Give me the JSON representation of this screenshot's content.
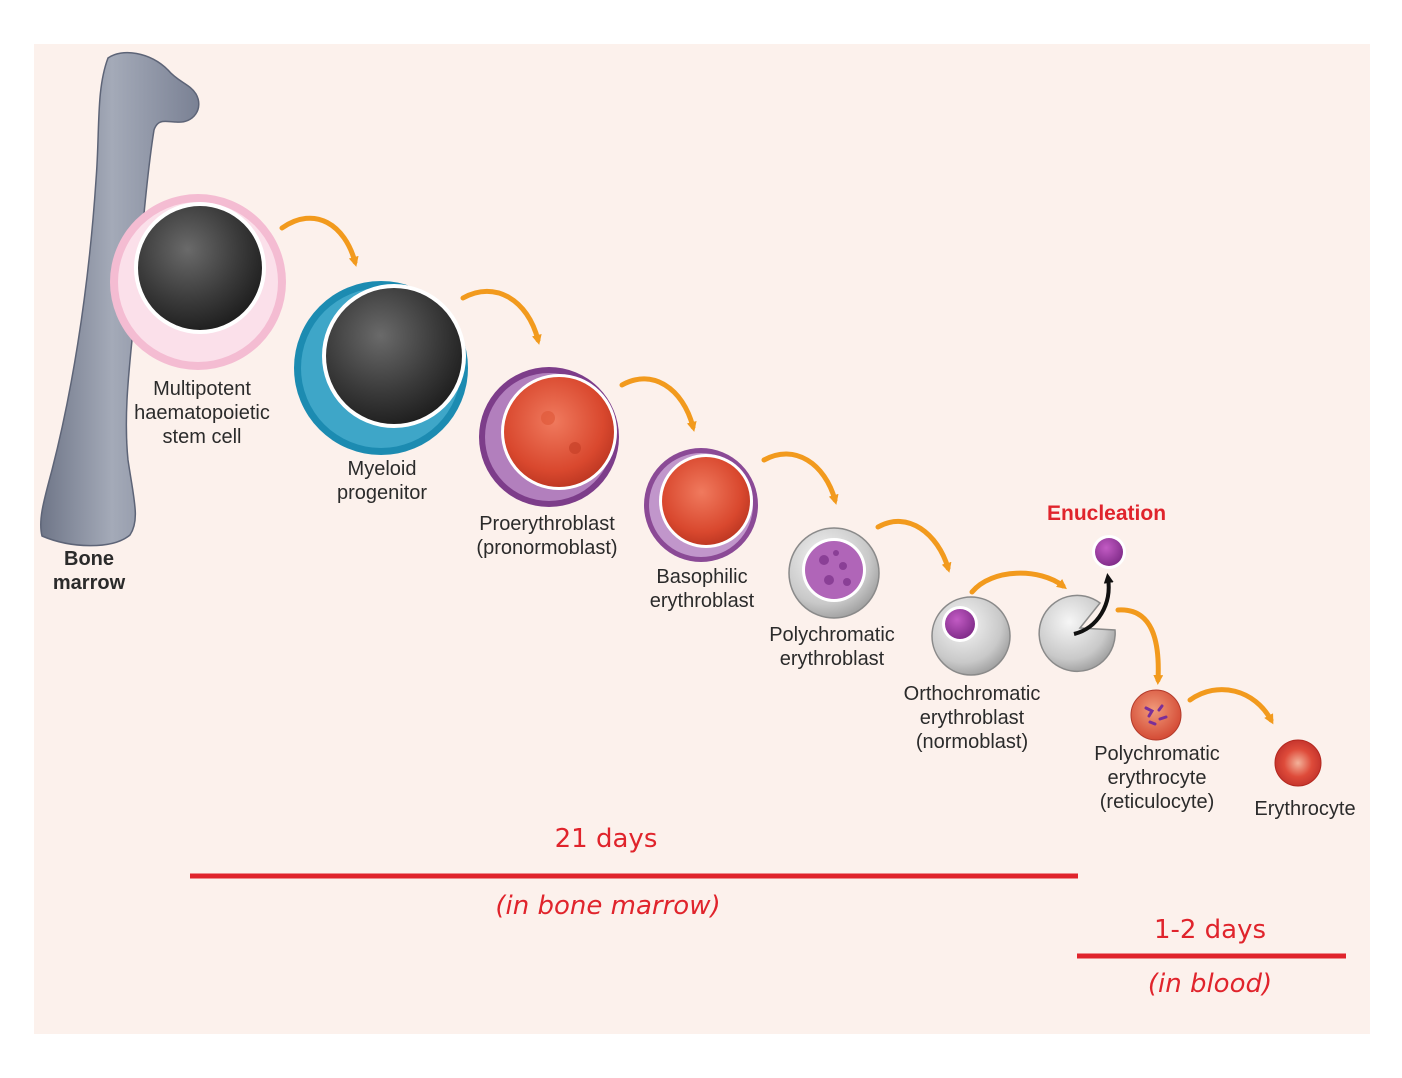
{
  "labels": {
    "bone": [
      "Bone",
      "marrow"
    ],
    "stem": [
      "Multipotent",
      "haematopoietic",
      "stem cell"
    ],
    "myeloid": [
      "Myeloid",
      "progenitor"
    ],
    "proery": [
      "Proerythroblast",
      "(pronormoblast)"
    ],
    "baso": [
      "Basophilic",
      "erythroblast"
    ],
    "polyblast": [
      "Polychromatic",
      "erythroblast"
    ],
    "ortho": [
      "Orthochromatic",
      "erythroblast",
      "(normoblast)"
    ],
    "reticulo": [
      "Polychromatic",
      "erythrocyte",
      "(reticulocyte)"
    ],
    "erythrocyte": "Erythrocyte",
    "enucleation": "Enucleation"
  },
  "timeline": {
    "marrow_days": "21 days",
    "marrow_where": "(in bone marrow)",
    "blood_days": "1-2 days",
    "blood_where": "(in blood)"
  },
  "colors": {
    "panel": "#fcf1ec",
    "arrow": "#f29a1d",
    "timeline": "#e0242c",
    "bone": "#8e95a6"
  }
}
